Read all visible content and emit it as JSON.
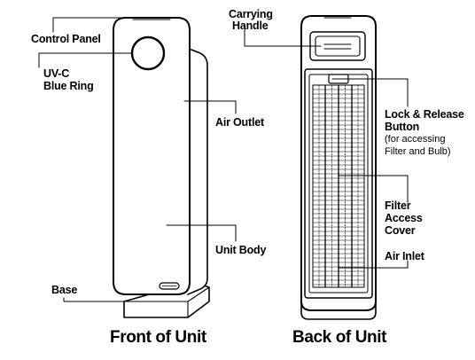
{
  "labels": {
    "control_panel": "Control Panel",
    "uvc_line1": "UV-C",
    "uvc_line2": "Blue Ring",
    "air_outlet": "Air Outlet",
    "unit_body": "Unit Body",
    "base": "Base",
    "carrying_line1": "Carrying",
    "carrying_line2": "Handle",
    "lock_line1": "Lock & Release",
    "lock_line2": "Button",
    "lock_note1": "(for accessing",
    "lock_note2": "Filter and Bulb)",
    "filter_line1": "Filter",
    "filter_line2": "Access",
    "filter_line3": "Cover",
    "air_inlet": "Air Inlet"
  },
  "captions": {
    "front": "Front of Unit",
    "back": "Back of Unit"
  }
}
